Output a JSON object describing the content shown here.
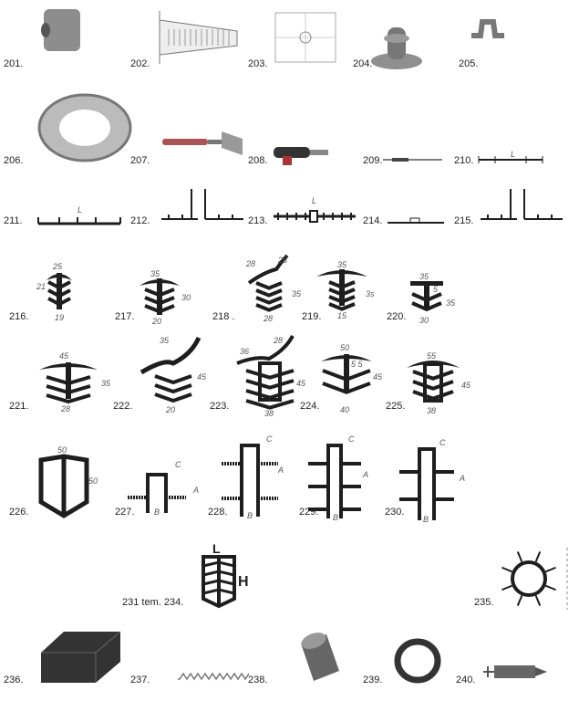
{
  "items": [
    {
      "label": "201.",
      "dims": []
    },
    {
      "label": "202.",
      "dims": []
    },
    {
      "label": "203.",
      "dims": []
    },
    {
      "label": "204.",
      "dims": []
    },
    {
      "label": "205.",
      "dims": []
    },
    {
      "label": "206.",
      "dims": []
    },
    {
      "label": "207.",
      "dims": []
    },
    {
      "label": "208.",
      "dims": []
    },
    {
      "label": "209.",
      "dims": []
    },
    {
      "label": "210.",
      "dims": [
        "L"
      ]
    },
    {
      "label": "211.",
      "dims": [
        "L"
      ]
    },
    {
      "label": "212.",
      "dims": []
    },
    {
      "label": "213.",
      "dims": [
        "L"
      ]
    },
    {
      "label": "214.",
      "dims": []
    },
    {
      "label": "215.",
      "dims": []
    },
    {
      "label": "216.",
      "dims": [
        "25",
        "21",
        "19"
      ]
    },
    {
      "label": "217.",
      "dims": [
        "35",
        "30",
        "20"
      ]
    },
    {
      "label": "218 .",
      "dims": [
        "28",
        "25",
        "35",
        "28"
      ]
    },
    {
      "label": "219.",
      "dims": [
        "35",
        "3s",
        "15"
      ]
    },
    {
      "label": "220.",
      "dims": [
        "35",
        "5",
        "35",
        "30"
      ]
    },
    {
      "label": "221.",
      "dims": [
        "45",
        "35",
        "28"
      ]
    },
    {
      "label": "222.",
      "dims": [
        "35",
        "45",
        "20"
      ]
    },
    {
      "label": "223.",
      "dims": [
        "36",
        "28",
        "45",
        "38"
      ]
    },
    {
      "label": "224.",
      "dims": [
        "50",
        "5 5",
        "45",
        "40"
      ]
    },
    {
      "label": "225.",
      "dims": [
        "55",
        "45",
        "38"
      ]
    },
    {
      "label": "226.",
      "dims": [
        "50",
        "50"
      ]
    },
    {
      "label": "227.",
      "dims": [
        "C",
        "A",
        "B"
      ]
    },
    {
      "label": "228.",
      "dims": [
        "C",
        "A",
        "B"
      ]
    },
    {
      "label": "229.",
      "dims": [
        "C",
        "A",
        "B"
      ]
    },
    {
      "label": "230.",
      "dims": [
        "C",
        "A",
        "B"
      ]
    },
    {
      "label": "231 tem. 234.",
      "dims": [
        "L",
        "H"
      ]
    },
    {
      "label": "235.",
      "dims": []
    },
    {
      "label": "236.",
      "dims": []
    },
    {
      "label": "237.",
      "dims": []
    },
    {
      "label": "238.",
      "dims": []
    },
    {
      "label": "239.",
      "dims": []
    },
    {
      "label": "240.",
      "dims": []
    }
  ],
  "colors": {
    "ink": "#1e1e1e",
    "gray": "#8a8a8a",
    "paper": "#ffffff"
  }
}
